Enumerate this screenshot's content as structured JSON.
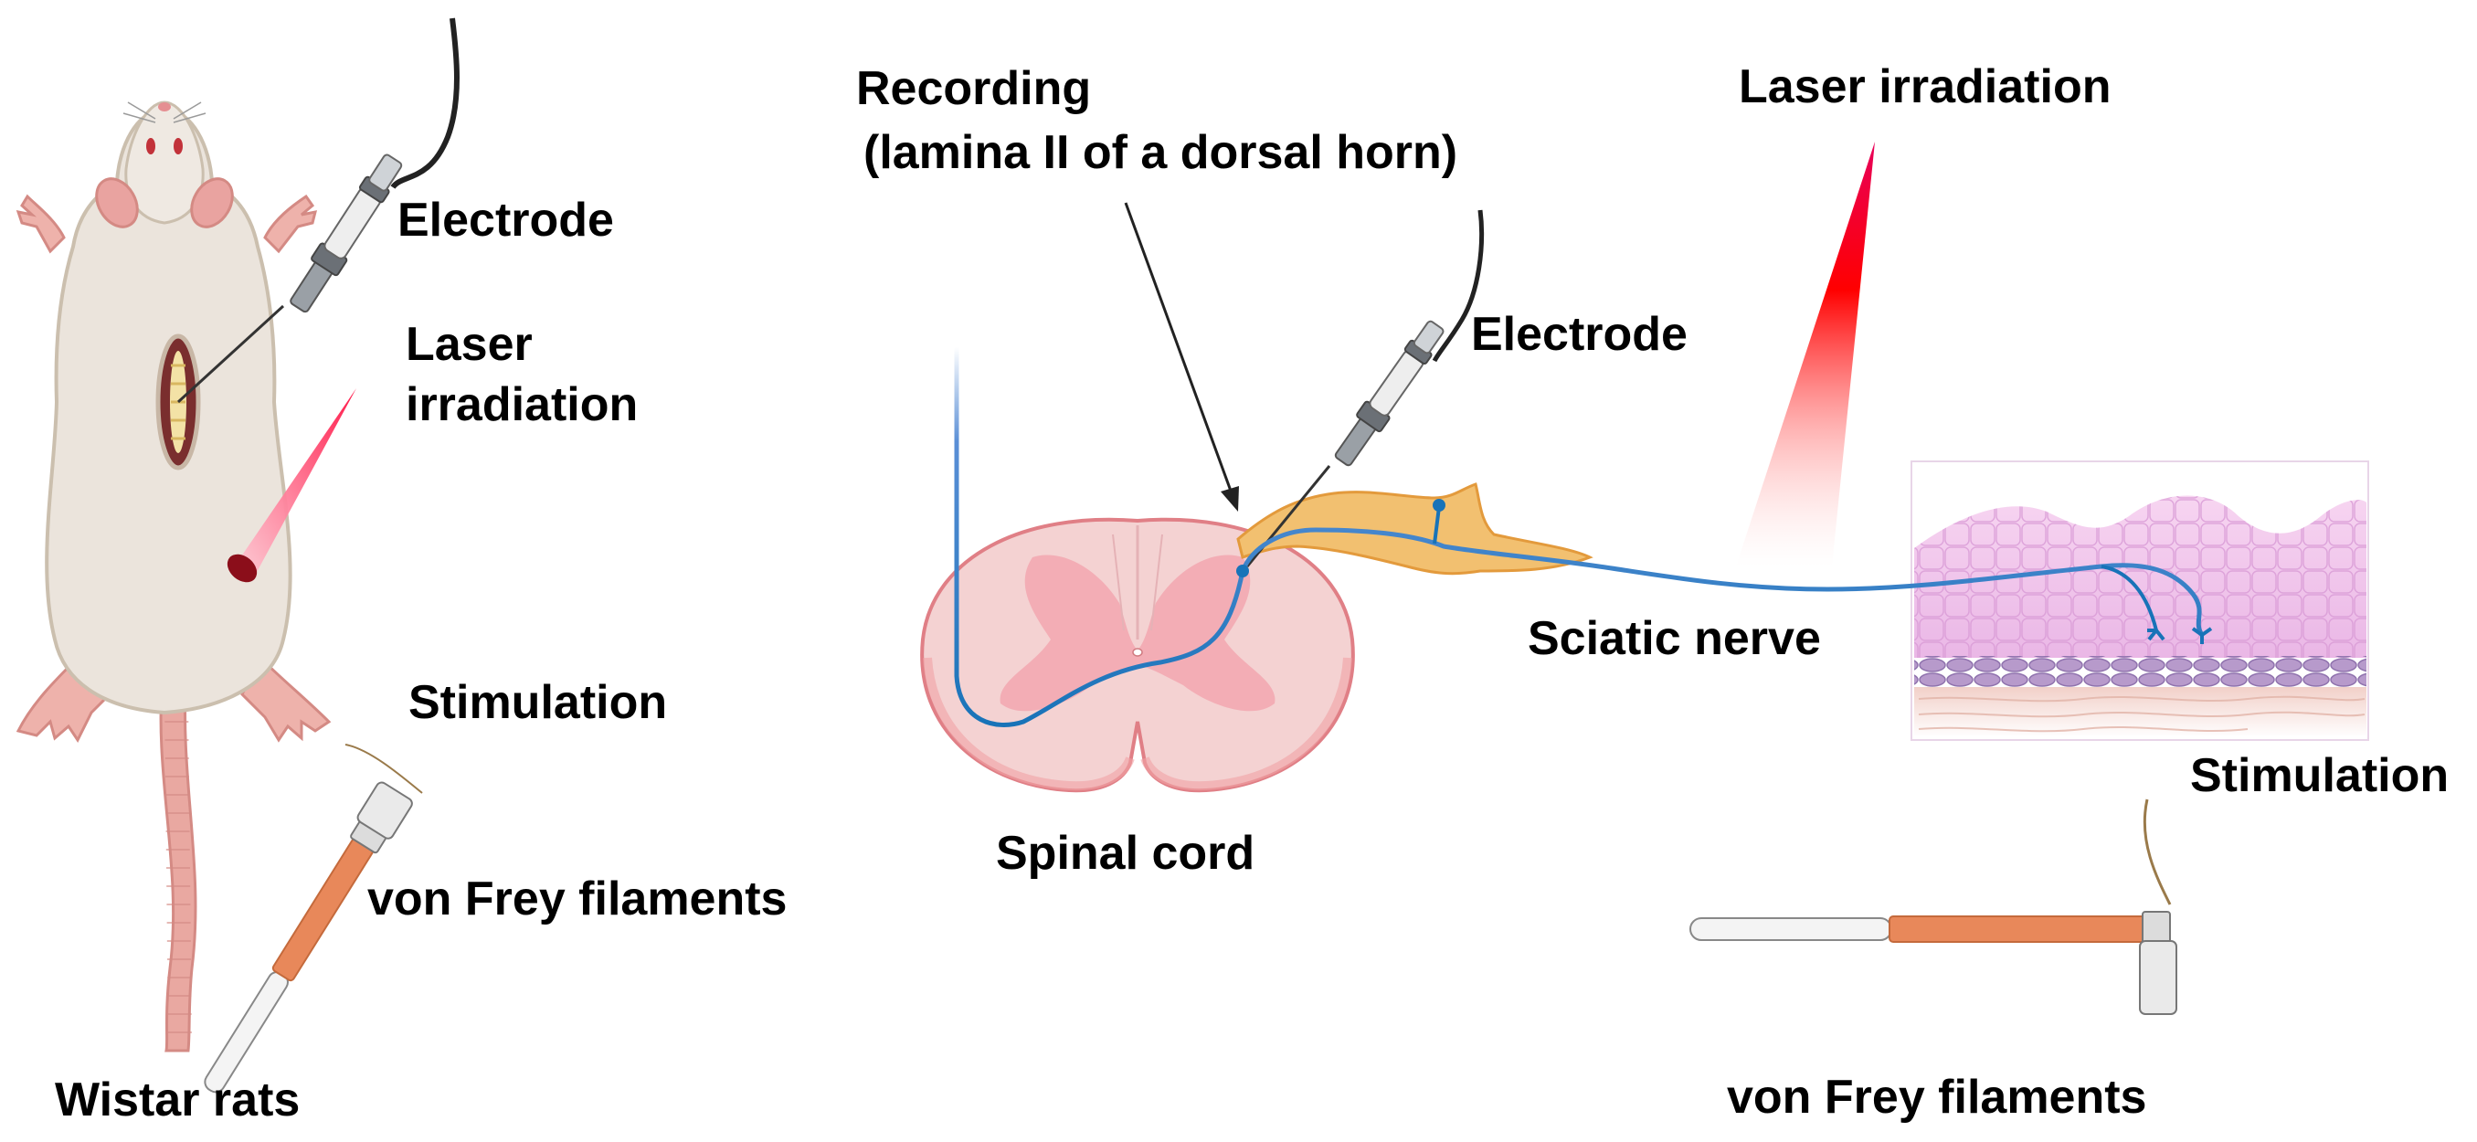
{
  "left_panel": {
    "electrode_label": "Electrode",
    "laser_label_line1": "Laser",
    "laser_label_line2": "irradiation",
    "stimulation_label": "Stimulation",
    "von_frey_label": "von Frey filaments",
    "rats_label": "Wistar rats"
  },
  "center_panel": {
    "recording_line1": "Recording",
    "recording_line2": "(lamina II of a dorsal horn)",
    "electrode_label": "Electrode",
    "spinal_cord_label": "Spinal cord"
  },
  "right_panel": {
    "laser_label": "Laser irradiation",
    "sciatic_label": "Sciatic nerve",
    "stimulation_label": "Stimulation",
    "von_frey_label": "von Frey filaments"
  },
  "colors": {
    "rat_body": "#ebe4dc",
    "rat_outline": "#cbbfae",
    "rat_ear": "#e9a3a0",
    "tail": "#e6a19a",
    "laser_red": "#ff0000",
    "laser_pink": "#f24c7b",
    "spinal_outer": "#f4c9c9",
    "spinal_grey": "#f2a7b0",
    "nerve_blue": "#1873b8",
    "ganglion": "#f2c070",
    "skin_pink": "#f3c6ef",
    "skin_purple": "#b39acb",
    "filament_orange": "#e8885a"
  }
}
